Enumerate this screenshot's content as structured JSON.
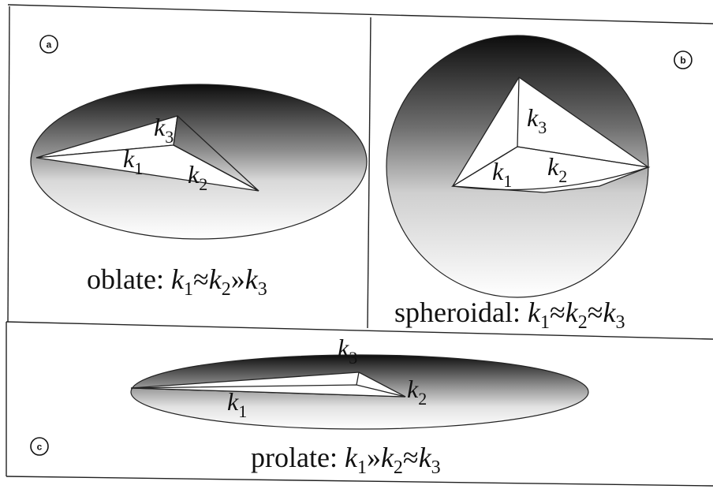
{
  "panels": {
    "a": {
      "badge": "a",
      "shape": "oblate",
      "caption_prefix": "oblate: ",
      "caption": [
        "k",
        "1",
        "≈",
        "k",
        "2",
        "»",
        "k",
        "3"
      ],
      "axis_labels": [
        "k3",
        "k1",
        "k2"
      ]
    },
    "b": {
      "badge": "b",
      "shape": "spheroidal",
      "caption_prefix": "spheroidal: ",
      "caption": [
        "k",
        "1",
        "≈",
        "k",
        "2",
        "≈",
        "k",
        "3"
      ],
      "axis_labels": [
        "k3",
        "k1",
        "k2"
      ]
    },
    "c": {
      "badge": "c",
      "shape": "prolate",
      "caption_prefix": "prolate: ",
      "caption": [
        "k",
        "1",
        "»",
        "k",
        "2",
        "≈",
        "k",
        "3"
      ],
      "axis_labels": [
        "k3",
        "k1",
        "k2"
      ]
    }
  },
  "labels": {
    "k": "k",
    "sub1": "1",
    "sub2": "2",
    "sub3": "3"
  },
  "colors": {
    "ink": "#111111",
    "shade_dark": "#111111",
    "shade_light": "#ffffff",
    "frame": "#222222"
  }
}
